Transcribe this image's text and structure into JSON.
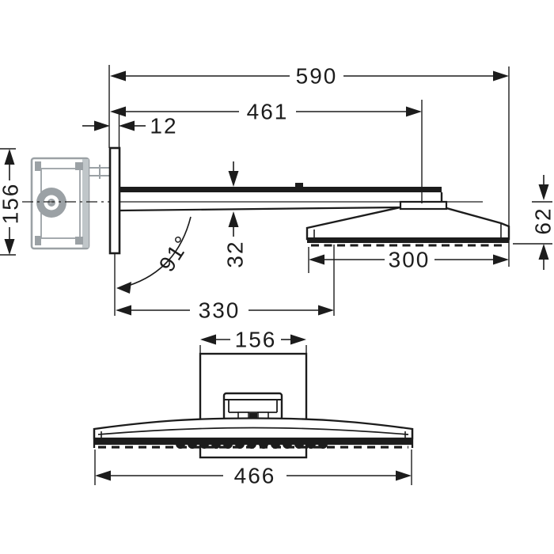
{
  "page": {
    "background": "#ffffff"
  },
  "colors": {
    "ink": "#1c1c1c",
    "component_gray": "#9ba1a5",
    "light_gray": "#c0c6c9"
  },
  "views": {
    "side": {
      "name": "side-elevation",
      "dimensions": {
        "total_projection": "590",
        "wall_to_arm_end": "461",
        "escutcheon_thickness": "12",
        "escutcheon_height": "156",
        "arm_profile_height": "32",
        "arm_wall_angle": "91°",
        "head_height": "62",
        "spray_face_depth": "300",
        "wall_to_spray_face": "330"
      }
    },
    "front": {
      "name": "front-elevation",
      "dimensions": {
        "escutcheon_width": "156",
        "head_width": "466"
      }
    }
  }
}
